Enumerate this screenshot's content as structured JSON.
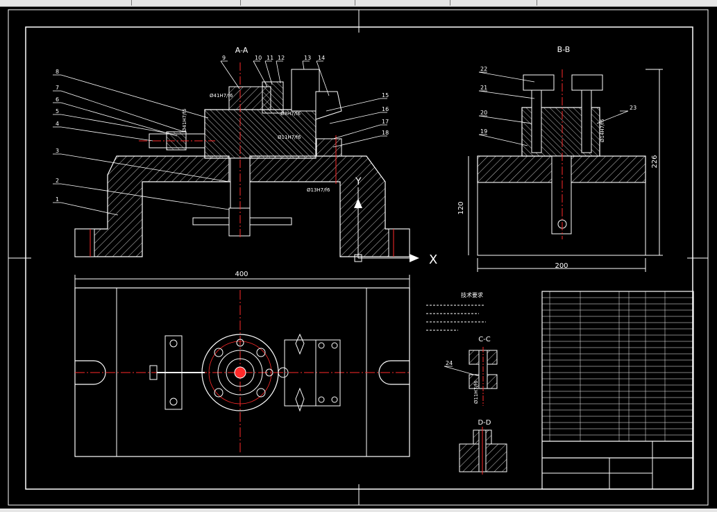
{
  "topbar": {
    "tabs": [
      "",
      "",
      "",
      "",
      ""
    ]
  },
  "views": {
    "aa_title": "A-A",
    "bb_title": "B-B",
    "cc_title": "C-C",
    "dd_title": "D-D",
    "axis_x": "X",
    "axis_y": "Y"
  },
  "dimensions": {
    "width_400": "400",
    "width_200": "200",
    "height_120": "120",
    "height_226": "226"
  },
  "fits": {
    "fit_top_left": "Ø41H7/f6",
    "fit_left_side": "Ø41H7/f6",
    "fit_mid": "Ø11H7/f6",
    "fit_center": "Ø8H7/f6",
    "fit_low": "Ø13H7/f6",
    "fit_bb": "Ø14H7/f6",
    "fit_cc": "Ø11H7/f6"
  },
  "balloons": {
    "aa": [
      "1",
      "2",
      "3",
      "4",
      "5",
      "6",
      "7",
      "8",
      "9",
      "10",
      "11",
      "12",
      "13",
      "14",
      "15",
      "16",
      "17",
      "18"
    ],
    "bb": [
      "19",
      "20",
      "21",
      "22",
      "23"
    ],
    "cc": [
      "24"
    ]
  },
  "tech_notes": {
    "title": "技术要求"
  },
  "title_block": {
    "rows": 24
  },
  "colors": {
    "background": "#000000",
    "outline": "#ffffff",
    "centerline": "#ff2a2a",
    "leader": "#ffffff",
    "hatch": "#ffffff"
  }
}
